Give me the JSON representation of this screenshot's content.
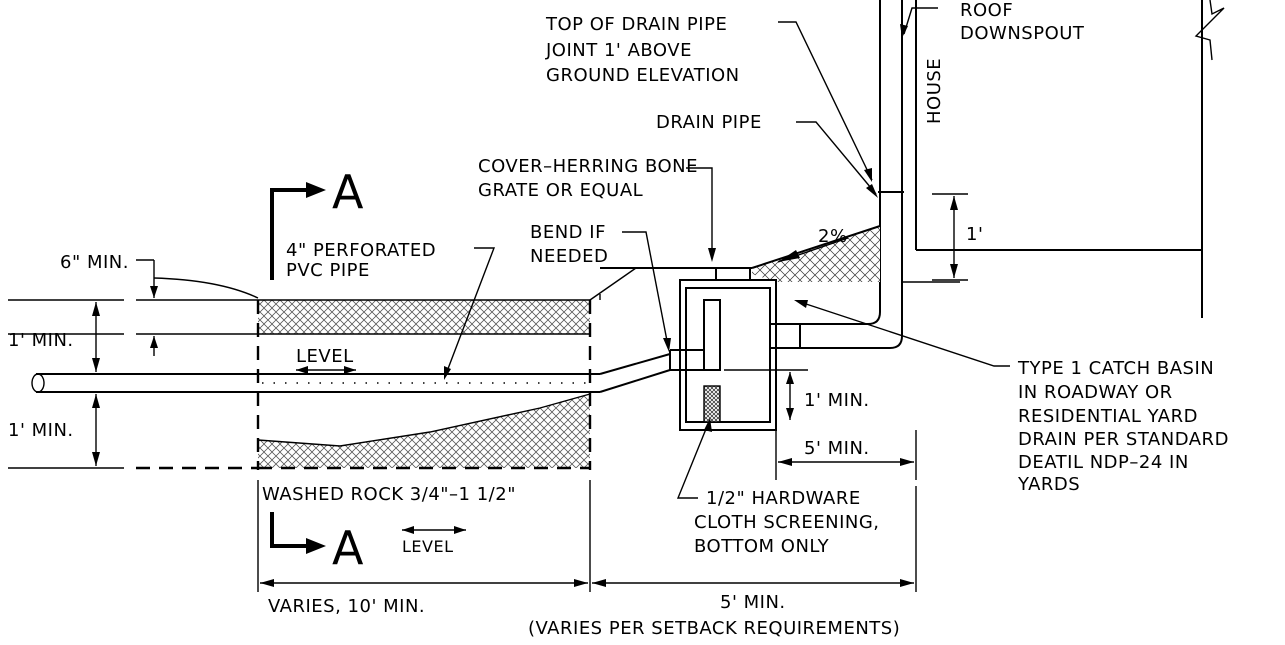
{
  "labels": {
    "top_of_pipe_1": "TOP OF DRAIN PIPE",
    "top_of_pipe_2": "JOINT 1' ABOVE",
    "top_of_pipe_3": "GROUND ELEVATION",
    "roof_1": "ROOF",
    "roof_2": "DOWNSPOUT",
    "house": "HOUSE",
    "drain_pipe": "DRAIN PIPE",
    "cover_1": "COVER–HERRING BONE",
    "cover_2": "GRATE OR EQUAL",
    "bend_1": "BEND IF",
    "bend_2": "NEEDED",
    "slope": "2%",
    "perforated_1": "4\" PERFORATED",
    "perforated_2": "PVC PIPE",
    "six_min": "6\" MIN.",
    "one_min_upper": "1' MIN.",
    "one_min_lower": "1' MIN.",
    "level_upper": "LEVEL",
    "level_lower": "LEVEL",
    "section_upper": "A",
    "section_lower": "A",
    "catch_1": "TYPE 1 CATCH BASIN",
    "catch_2": "IN ROADWAY OR",
    "catch_3": "RESIDENTIAL YARD",
    "catch_4": "DRAIN PER STANDARD",
    "catch_5": "DEATIL NDP–24 IN",
    "catch_6": "YARDS",
    "one_foot_house": "1'",
    "basin_one_min": "1' MIN.",
    "five_min_basin": "5' MIN.",
    "washed_rock": "WASHED ROCK 3/4\"–1 1/2\"",
    "hardware_1": "1/2\" HARDWARE",
    "hardware_2": "CLOTH SCREENING,",
    "hardware_3": "BOTTOM ONLY",
    "varies": "VARIES, 10' MIN.",
    "five_min_bottom": "5' MIN.",
    "setback": "(VARIES PER SETBACK REQUIREMENTS)"
  },
  "colors": {
    "line": "#000000",
    "background": "#ffffff",
    "fill": "#cccccc"
  }
}
